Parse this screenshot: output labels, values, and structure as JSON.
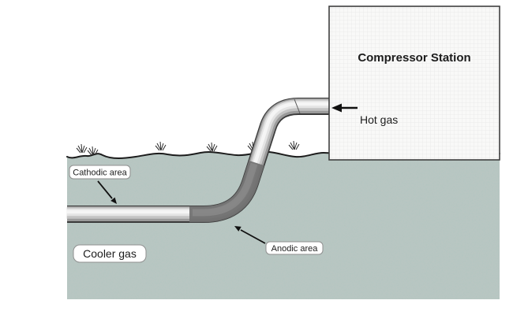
{
  "station": {
    "label": "Compressor Station"
  },
  "flow": {
    "hot_gas_label": "Hot gas",
    "cooler_gas_label": "Cooler gas"
  },
  "areas": {
    "cathodic_label": "Cathodic area",
    "anodic_label": "Anodic area"
  },
  "colors": {
    "soil_base": "#b9c6c2",
    "soil_speckle": "#70908a",
    "ground_line": "#1c1c1c",
    "pipe_outline": "#3b3b3b",
    "pipe_mid": "#9a9a9a",
    "pipe_highlight": "#f5f5f5",
    "anodic_gray": "#6f6f6f",
    "station_fill": "#f9f9f8",
    "station_border": "#3f3f3f",
    "label_box_fill": "#ffffff",
    "label_box_border": "#8f8f8f"
  }
}
